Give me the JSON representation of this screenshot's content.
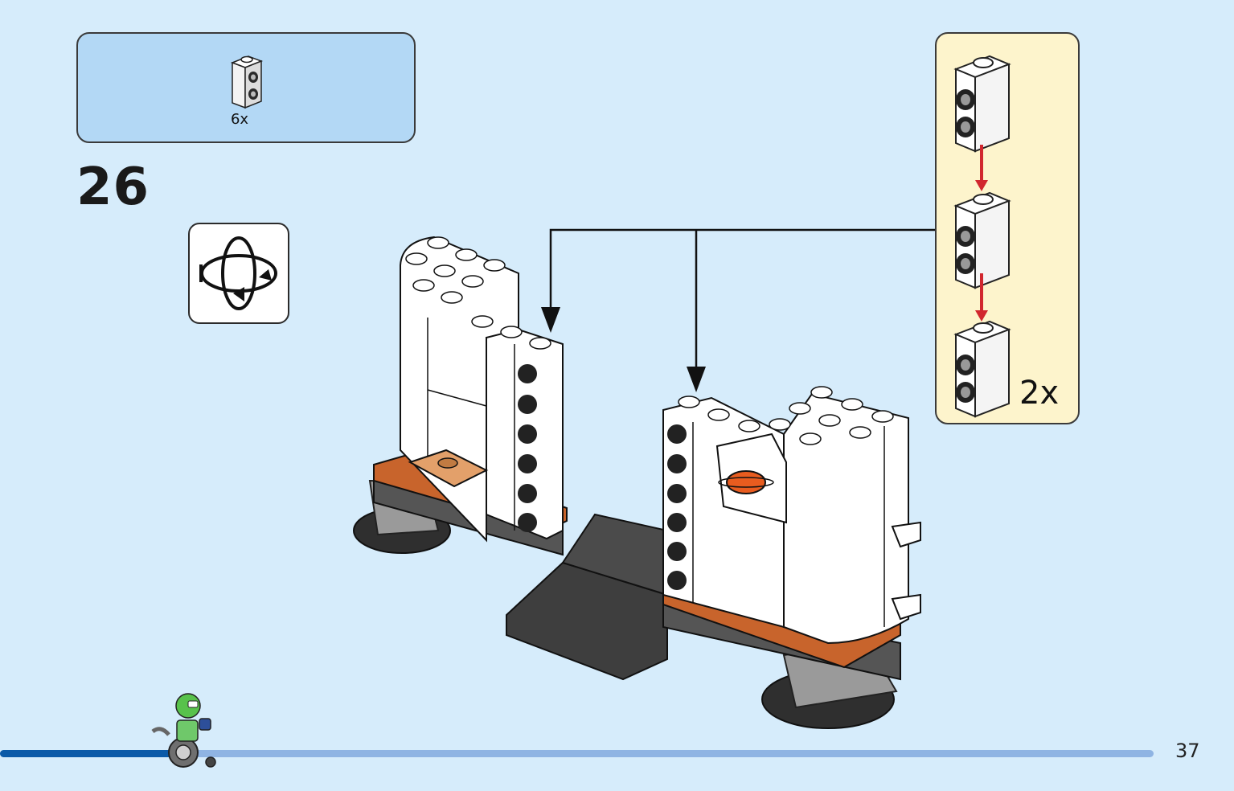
{
  "parts_callout": {
    "quantity": "6x"
  },
  "step": {
    "number": "26"
  },
  "submodel": {
    "quantity": "2x"
  },
  "page": {
    "number": "37"
  },
  "progress": {
    "fraction": 0.153
  },
  "icons": {
    "rotate": "rotate-model-icon",
    "part": "white-brick-1x1-with-studs-on-side",
    "mascot": "minifigure-wheelchair-icon"
  },
  "colors": {
    "background": "#d6ecfb",
    "parts_callout": "#b3d8f5",
    "submodel_callout": "#fdf4cc",
    "progress_fill": "#0b5aa8",
    "progress_track": "#8fb4e3",
    "arrow_red": "#d1272e"
  }
}
